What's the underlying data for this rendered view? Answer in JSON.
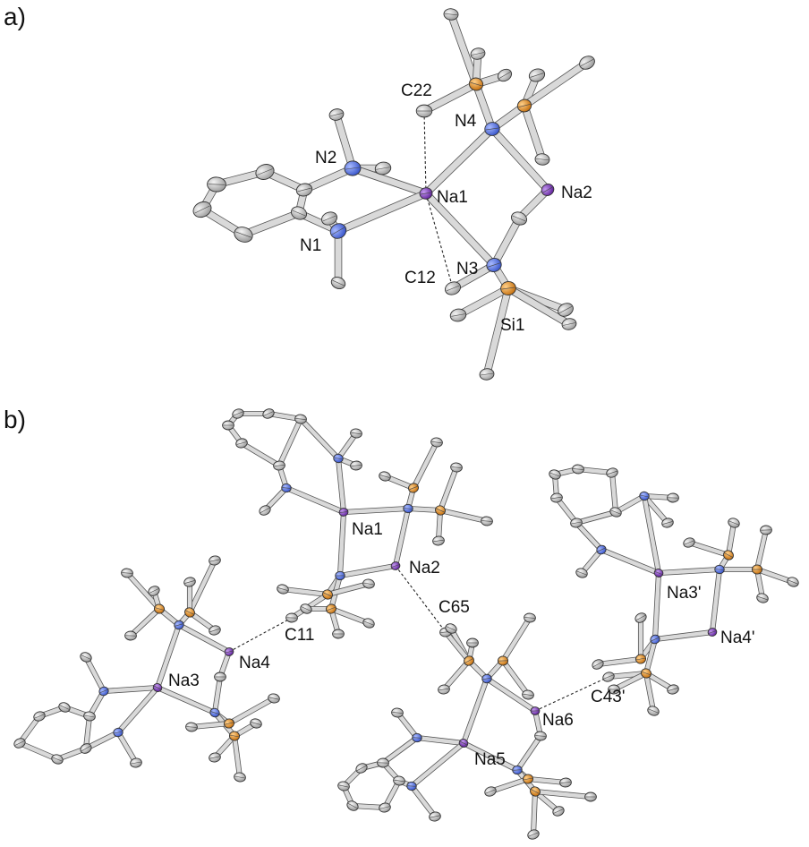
{
  "panels": [
    {
      "label": "a)",
      "atom_labels": [
        "C22",
        "N4",
        "N2",
        "Na1",
        "Na2",
        "N1",
        "C12",
        "N3",
        "Si1"
      ]
    },
    {
      "label": "b)",
      "atom_labels": [
        "Na1",
        "Na2",
        "C65",
        "C11",
        "Na4",
        "Na3",
        "Na5",
        "Na6",
        "Na3'",
        "Na4'",
        "C43'"
      ]
    }
  ],
  "colors": {
    "sodium": "#7a32b8",
    "nitrogen": "#4f6fe0",
    "silicon": "#e8901f",
    "carbon": "#c8c8c8",
    "bond": "#d9d9d9",
    "bond_outline": "#555555",
    "contact": "#222222"
  }
}
